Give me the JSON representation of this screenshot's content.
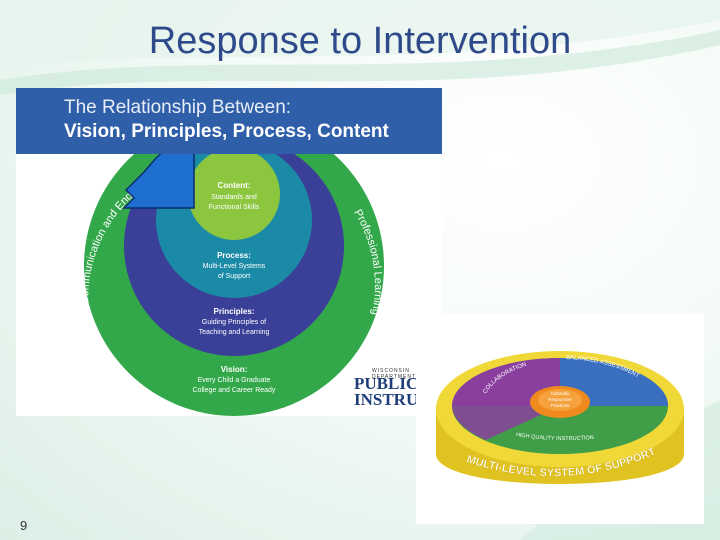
{
  "slide": {
    "title": "Response to Intervention",
    "number": "9"
  },
  "diagram": {
    "header_line1": "The Relationship Between:",
    "header_line2": "Vision, Principles, Process, Content",
    "rings": {
      "content": {
        "title": "Content:",
        "lines": [
          "Standards and",
          "Functional Skills"
        ]
      },
      "process": {
        "title": "Process:",
        "lines": [
          "Multi-Level Systems",
          "of Support"
        ]
      },
      "principles": {
        "title": "Principles:",
        "lines": [
          "Guiding Principles of",
          "Teaching and Learning"
        ]
      },
      "vision": {
        "title": "Vision:",
        "lines": [
          "Every Child a Graduate",
          "College and Career Ready"
        ]
      }
    },
    "arc_left": "Stakeholder Communication and Engagement",
    "arc_right": "Professional Learning",
    "logo": {
      "top": "WISCONSIN DEPARTMENT OF",
      "line1": "PUBLIC",
      "line2": "INSTRUCTION"
    },
    "colors": {
      "outer_green": "#33a84a",
      "purple": "#3a3f98",
      "teal": "#1b8aa6",
      "light_green": "#8cc63f",
      "header_blue": "#2f5fa8",
      "arrow_blue": "#1f6fd1"
    }
  },
  "mlss": {
    "base_label": "MULTI-LEVEL SYSTEM OF SUPPORT",
    "collaboration": "COLLABORATION",
    "balanced": "BALANCED ASSESSMENT",
    "hqi": "HIGH QUALITY INSTRUCTION",
    "center": [
      "Culturally",
      "Responsive",
      "Practices"
    ],
    "colors": {
      "rim": "#e6cf2c",
      "purple": "#8a3f9e",
      "blue": "#3a6fc0",
      "green": "#3f9e47",
      "center": "#f08a1c"
    }
  }
}
